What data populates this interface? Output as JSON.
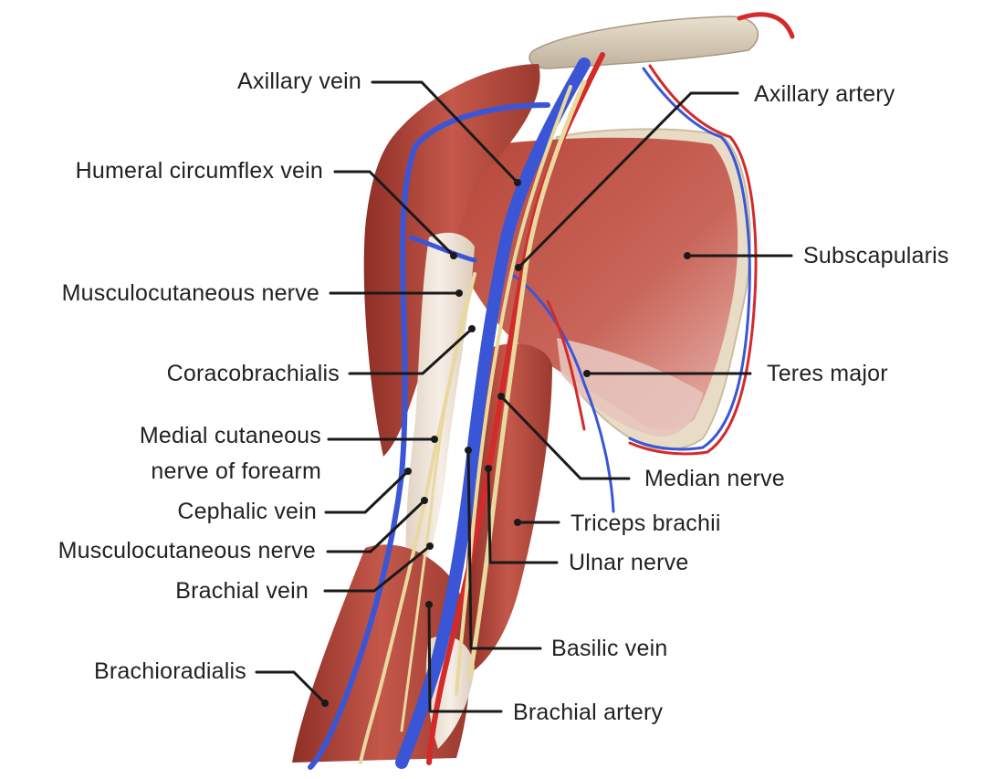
{
  "labels": {
    "axillary_vein": "Axillary vein",
    "axillary_artery": "Axillary artery",
    "humeral_circumflex_vein": "Humeral circumflex vein",
    "subscapularis": "Subscapularis",
    "musculocutaneous_nerve_upper": "Musculocutaneous nerve",
    "coracobrachialis": "Coracobrachialis",
    "teres_major": "Teres major",
    "medial_cutaneous_line1": "Medial cutaneous",
    "medial_cutaneous_line2": "nerve of forearm",
    "median_nerve": "Median nerve",
    "cephalic_vein": "Cephalic vein",
    "triceps_brachii": "Triceps brachii",
    "musculocutaneous_nerve_lower": "Musculocutaneous nerve",
    "ulnar_nerve": "Ulnar nerve",
    "brachial_vein": "Brachial vein",
    "basilic_vein": "Basilic vein",
    "brachioradialis": "Brachioradialis",
    "brachial_artery": "Brachial artery"
  },
  "colors": {
    "muscle": "#b8483a",
    "muscle_dark": "#8e2f26",
    "tendon": "#efe3d6",
    "scapula_bone": "#e8dcc6",
    "clavicle": "#d9cdb8",
    "vein": "#3a56d6",
    "artery": "#d42a2a",
    "nerve": "#e8d9a0",
    "leader": "#1a1a1a",
    "text": "#222222"
  }
}
